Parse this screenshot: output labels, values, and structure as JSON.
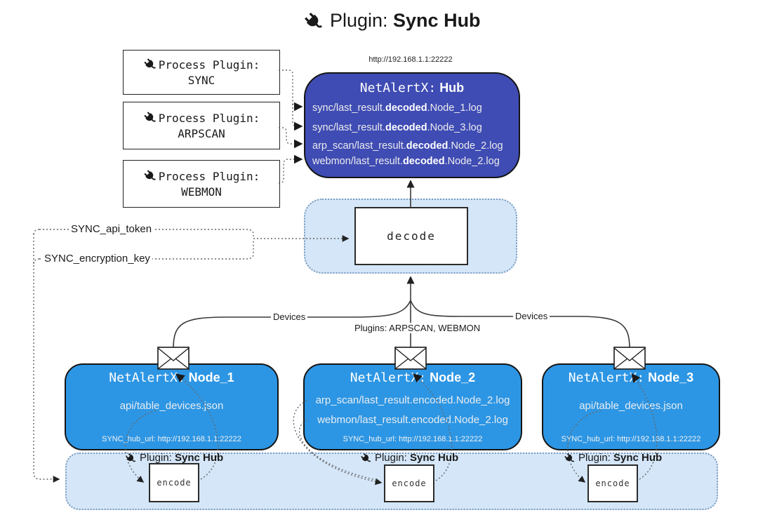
{
  "title": {
    "prefix": "Plugin:",
    "name": "Sync Hub"
  },
  "process_plugins": [
    {
      "label": "Process Plugin:",
      "name": "SYNC"
    },
    {
      "label": "Process Plugin:",
      "name": "ARPSCAN"
    },
    {
      "label": "Process Plugin:",
      "name": "WEBMON"
    }
  ],
  "hub": {
    "url": "http://192.168.1.1:22222",
    "title_prefix": "NetAlertX:",
    "title_name": "Hub",
    "files": [
      {
        "pre": "sync/last_result.",
        "mid": "decoded",
        "post": ".Node_1.log"
      },
      {
        "pre": "sync/last_result.",
        "mid": "decoded",
        "post": ".Node_3.log"
      },
      {
        "pre": "arp_scan/last_result.",
        "mid": "decoded",
        "post": ".Node_2.log"
      },
      {
        "pre": "webmon/last_result.",
        "mid": "decoded",
        "post": ".Node_2.log"
      }
    ]
  },
  "decode_label": "decode",
  "secrets": {
    "api_token": "SYNC_api_token",
    "encryption_key": "SYNC_encryption_key"
  },
  "edge_labels": {
    "devices_left": "Devices",
    "plugins_center": "Plugins: ARPSCAN, WEBMON",
    "devices_right": "Devices"
  },
  "nodes": [
    {
      "title_prefix": "NetAlertX:",
      "title_name": "Node_1",
      "files": [
        "api/table_devices.json"
      ],
      "hub_url": "SYNC_hub_url: http://192.168.1.1:22222"
    },
    {
      "title_prefix": "NetAlertX:",
      "title_name": "Node_2",
      "files": [
        "arp_scan/last_result.encoded.Node_2.log",
        "webmon/last_result.encoded.Node_2.log"
      ],
      "hub_url": "SYNC_hub_url: http://192.168.1.1:22222"
    },
    {
      "title_prefix": "NetAlertX:",
      "title_name": "Node_3",
      "files": [
        "api/table_devices.json"
      ],
      "hub_url": "SYNC_hub_url: http://192.168.1.1:22222"
    }
  ],
  "sync_band": {
    "plugin_prefix": "Plugin:",
    "plugin_name": "Sync Hub",
    "encode_label": "encode"
  },
  "colors": {
    "hub_bg": "#3F4CB4",
    "node_bg": "#2D96E4",
    "band_bg": "#D4E6F8",
    "band_border": "#7C9CBF",
    "wire": "#3a3a3a",
    "dotted_wire": "#666666"
  }
}
